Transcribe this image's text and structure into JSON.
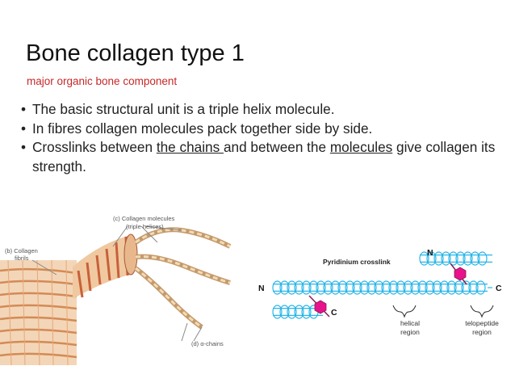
{
  "slide": {
    "title": "Bone collagen type 1",
    "subtitle": "major organic bone component",
    "bullets": [
      {
        "text": "The basic structural unit is a triple helix molecule."
      },
      {
        "text": "In fibres collagen molecules pack together side by side."
      },
      {
        "pre": "Crosslinks between ",
        "link1": "the chains ",
        "mid": "and between the ",
        "link2": "molecules",
        "post": " give collagen its strength."
      }
    ]
  },
  "figure_left": {
    "label_c": "(c) Collagen molecules",
    "label_c2": "(triple helices)",
    "label_b": "(b) Collagen",
    "label_b2": "fibrils",
    "label_d": "(d) α-chains"
  },
  "figure_right": {
    "crosslink_label": "Pyridinium crosslink",
    "n_top": "N",
    "n_left": "N",
    "c_right": "C",
    "c_bottom": "C",
    "helical_1": "helical",
    "helical_2": "region",
    "telo_1": "telopeptide",
    "telo_2": "region",
    "helix_color": "#29b6e8",
    "crosslink_color": "#e8128c"
  }
}
